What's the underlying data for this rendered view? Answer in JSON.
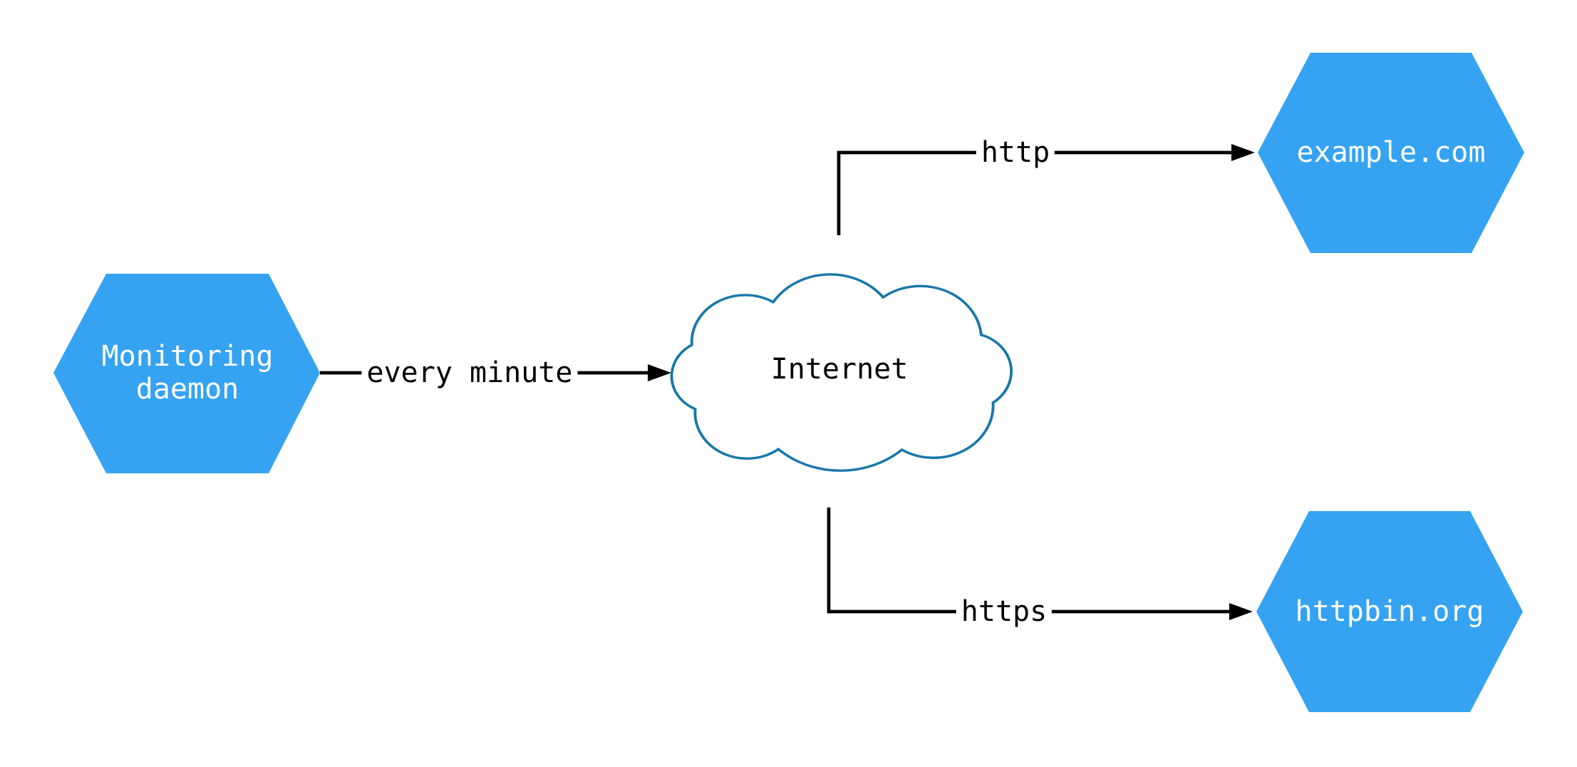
{
  "diagram": {
    "type": "network-architecture",
    "colors": {
      "background": "#FFFFFF",
      "node_fill": "#35A3F2",
      "node_text": "#FFFFFF",
      "cloud_stroke": "#1878A8",
      "edge": "#000000",
      "edge_text": "#000000"
    },
    "nodes": {
      "monitoring_daemon": {
        "shape": "hexagon",
        "label": "Monitoring daemon",
        "line1": "Monitoring",
        "line2": "daemon"
      },
      "internet": {
        "shape": "cloud",
        "label": "Internet"
      },
      "example_com": {
        "shape": "hexagon",
        "label": "example.com"
      },
      "httpbin_org": {
        "shape": "hexagon",
        "label": "httpbin.org"
      }
    },
    "edges": {
      "monitoring_to_internet": {
        "from": "Monitoring daemon",
        "to": "Internet",
        "label": "every minute"
      },
      "internet_to_example": {
        "from": "Internet",
        "to": "example.com",
        "label": "http"
      },
      "internet_to_httpbin": {
        "from": "Internet",
        "to": "httpbin.org",
        "label": "https"
      }
    }
  }
}
